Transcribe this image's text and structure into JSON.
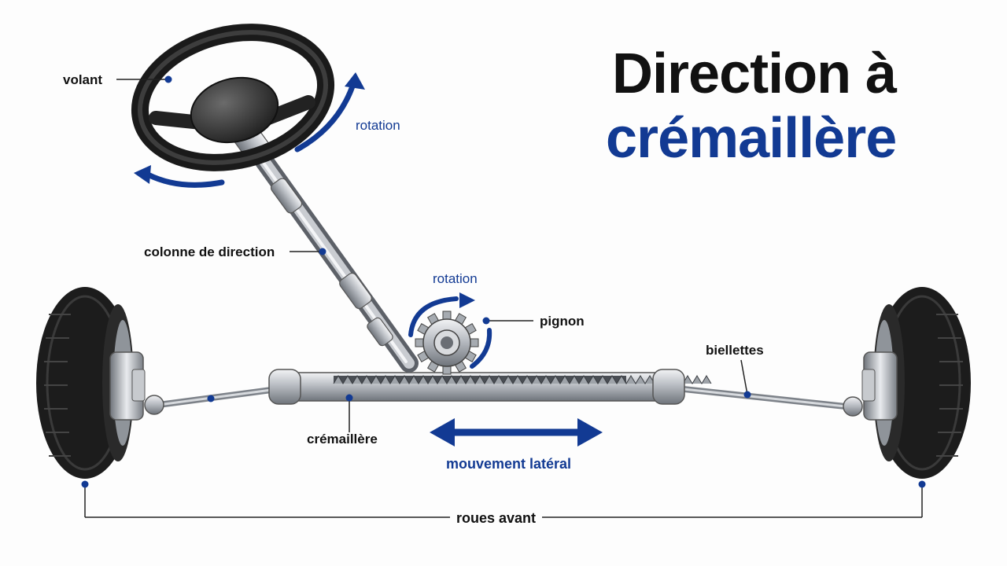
{
  "title": {
    "line1": "Direction à",
    "line2": "crémaillère"
  },
  "labels": {
    "volant": "volant",
    "rotation_volant": "rotation",
    "colonne": "colonne de direction",
    "rotation_pignon": "rotation",
    "pignon": "pignon",
    "biellettes": "biellettes",
    "cremaillere": "crémaillère",
    "mouvement": "mouvement latéral",
    "roues": "roues avant"
  },
  "icons": {
    "rotation_arrow": "curved-arrow-icon",
    "lateral_arrow": "double-arrow-icon",
    "gear": "gear-icon",
    "wheel": "tire-icon"
  },
  "colors": {
    "accent_blue": "#123a93",
    "text_dark": "#111111",
    "metal": "#b8bcc2",
    "tire": "#1c1c1c"
  }
}
